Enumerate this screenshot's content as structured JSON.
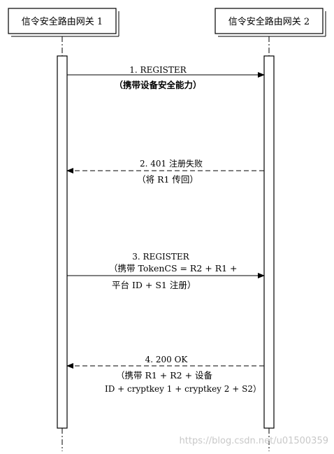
{
  "participants": [
    {
      "label": "信令安全路由网关 1"
    },
    {
      "label": "信令安全路由网关 2"
    }
  ],
  "messages": [
    {
      "direction": "right",
      "style": "solid",
      "label": "1. REGISTER",
      "note": [
        "（携带设备安全能力）"
      ]
    },
    {
      "direction": "left",
      "style": "dashed",
      "label": "2. 401 注册失败",
      "note": [
        "（将 R1 传回）"
      ]
    },
    {
      "direction": "right",
      "style": "solid",
      "label": "3. REGISTER",
      "note": [
        "（携带 TokenCS = R2 + R1 +",
        "平台 ID + S1 注册）"
      ]
    },
    {
      "direction": "left",
      "style": "dashed",
      "label": "4. 200 OK",
      "note": [
        "（携带 R1 + R2 + 设备",
        "ID + cryptkey 1 + cryptkey 2 + S2）"
      ]
    }
  ],
  "watermark": "https://blog.csdn.net/u01500359",
  "colors": {
    "line": "#000000",
    "watermark": "#c8c8c8"
  }
}
